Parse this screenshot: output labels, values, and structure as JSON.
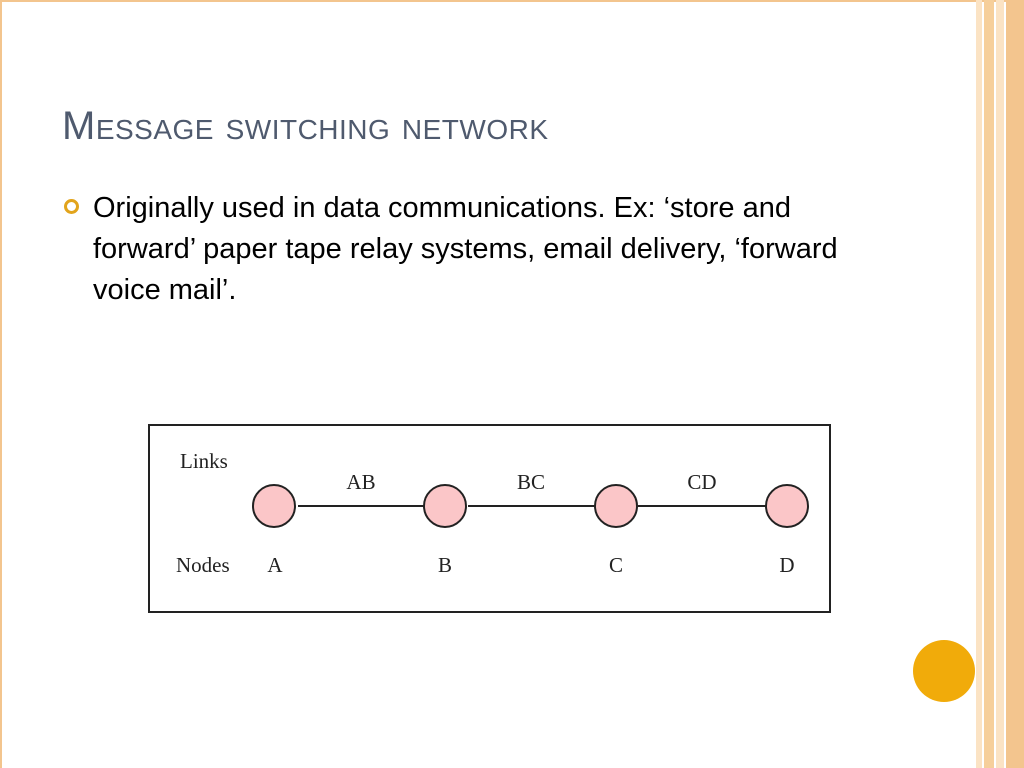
{
  "slide": {
    "title": "Message switching network",
    "bullets": [
      {
        "text": "Originally used in data communications. Ex: ‘store and forward’ paper tape relay systems, email delivery, ‘forward voice mail’."
      }
    ]
  },
  "diagram": {
    "links_label": "Links",
    "nodes_label": "Nodes",
    "links": [
      "AB",
      "BC",
      "CD"
    ],
    "nodes": [
      "A",
      "B",
      "C",
      "D"
    ],
    "colors": {
      "node_fill": "#fbc6c8",
      "stroke": "#222222"
    }
  },
  "theme": {
    "accent": "#f1ab0a",
    "title_color": "#4f5a6e",
    "stripe_colors": [
      "#fbe3c4",
      "#f6cf9b",
      "#fbe3c4",
      "#f3c58e"
    ]
  }
}
